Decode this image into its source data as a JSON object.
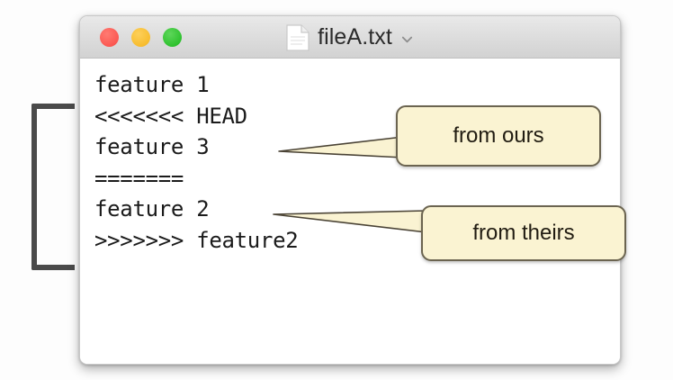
{
  "window": {
    "title": "fileA.txt",
    "doc_icon": "document-icon",
    "chevron_icon": "chevron-down-icon",
    "traffic_lights": [
      {
        "name": "close-button",
        "color": "#FC5B57"
      },
      {
        "name": "minimize-button",
        "color": "#F7BC2E"
      },
      {
        "name": "zoom-button",
        "color": "#2DC12D"
      }
    ]
  },
  "editor": {
    "lines": [
      "feature 1",
      "<<<<<<< HEAD",
      "feature 3",
      "=======",
      "feature 2",
      ">>>>>>> feature2"
    ]
  },
  "callouts": [
    {
      "name": "callout-from-ours",
      "label": "from ours"
    },
    {
      "name": "callout-from-theirs",
      "label": "from theirs"
    }
  ],
  "annotations": {
    "bracket": "conflict-region-bracket"
  },
  "colors": {
    "bubble_fill": "#FAF3D2",
    "bubble_border": "#6B6450",
    "titlebar": "#DCDCDC",
    "bracket": "#4A4A4A",
    "code_text": "#1B1B1B"
  }
}
